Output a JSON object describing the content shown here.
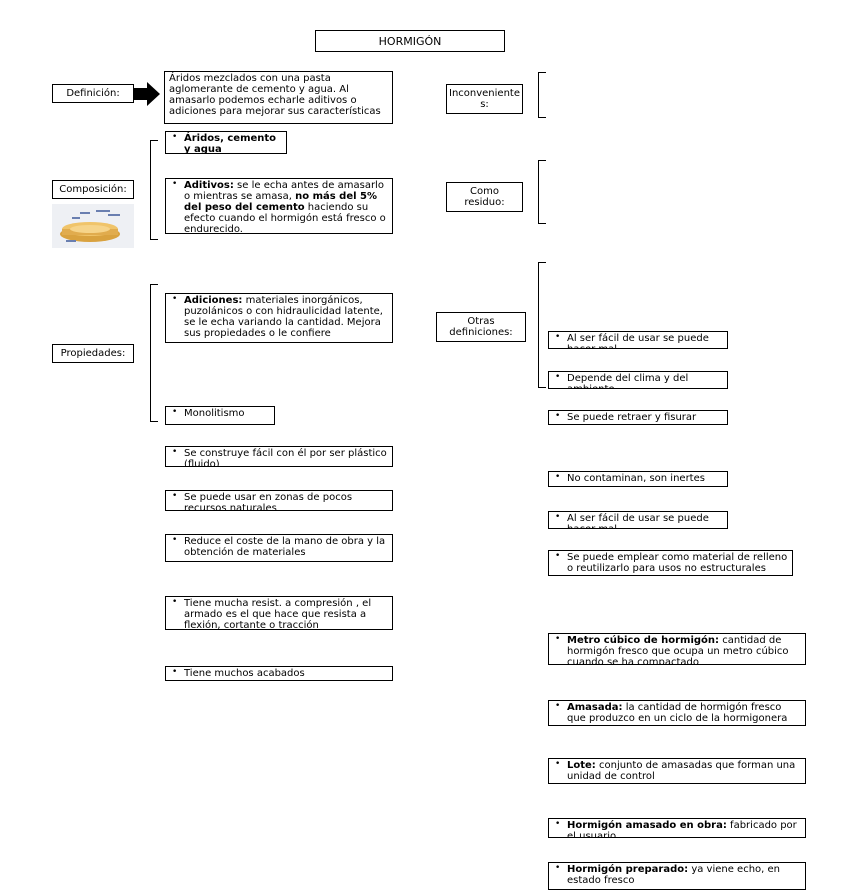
{
  "title": "HORMIGÓN",
  "definicion": {
    "label": "Definición:",
    "text": "Áridos mezclados con una pasta aglomerante de cemento y agua. Al amasarlo podemos echarle aditivos o adiciones para mejorar sus características"
  },
  "composicion": {
    "label": "Composición:",
    "items": [
      {
        "bold": "Áridos, cemento y agua",
        "text": ""
      },
      {
        "bold": "Aditivos:",
        "text": " se le echa antes de amasarlo o mientras se amasa, ",
        "bold2": "no más del 5% del peso del cemento",
        "text2": " haciendo su efecto cuando el hormigón está fresco o endurecido."
      },
      {
        "bold": "Adiciones:",
        "text": " materiales inorgánicos, puzolánicos o con hidraulicidad latente, se le echa variando la cantidad. Mejora sus propiedades o le confiere"
      }
    ]
  },
  "propiedades": {
    "label": "Propiedades:",
    "items": [
      "Monolitismo",
      "Se construye fácil con él por ser plástico (fluido)",
      "Se puede usar en zonas de pocos recursos naturales",
      "Reduce el coste de la mano de obra y la obtención de materiales",
      "Tiene mucha resist. a compresión , el armado es el que hace que resista a flexión, cortante o tracción",
      "Tiene muchos acabados"
    ]
  },
  "inconvenientes": {
    "label": "Inconvenientes:",
    "label_line1": "Inconveniente",
    "label_line2": "s:",
    "items": [
      "Al ser fácil de usar se puede hacer mal",
      "Depende del clima y del ambiente",
      "Se puede retraer y fisurar"
    ]
  },
  "residuo": {
    "label_line1": "Como",
    "label_line2": "residuo:",
    "items": [
      "No contaminan, son inertes",
      "Al ser fácil de usar se puede hacer mal",
      "Se puede emplear como material de relleno o reutilizarlo para usos no estructurales"
    ]
  },
  "otras": {
    "label_line1": "Otras",
    "label_line2": "definiciones:",
    "items": [
      {
        "bold": "Metro cúbico de  hormigón:",
        "text": " cantidad de hormigón fresco que ocupa un metro cúbico cuando se ha compactado"
      },
      {
        "bold": "Amasada:",
        "text": " la cantidad de hormigón fresco que produzco en un ciclo de la hormigonera"
      },
      {
        "bold": "Lote:",
        "text": " conjunto de amasadas que forman una unidad de control"
      },
      {
        "bold": "Hormigón amasado en obra:",
        "text": " fabricado por el usuario"
      },
      {
        "bold": "Hormigón preparado:",
        "text": " ya viene echo, en estado fresco"
      }
    ]
  }
}
